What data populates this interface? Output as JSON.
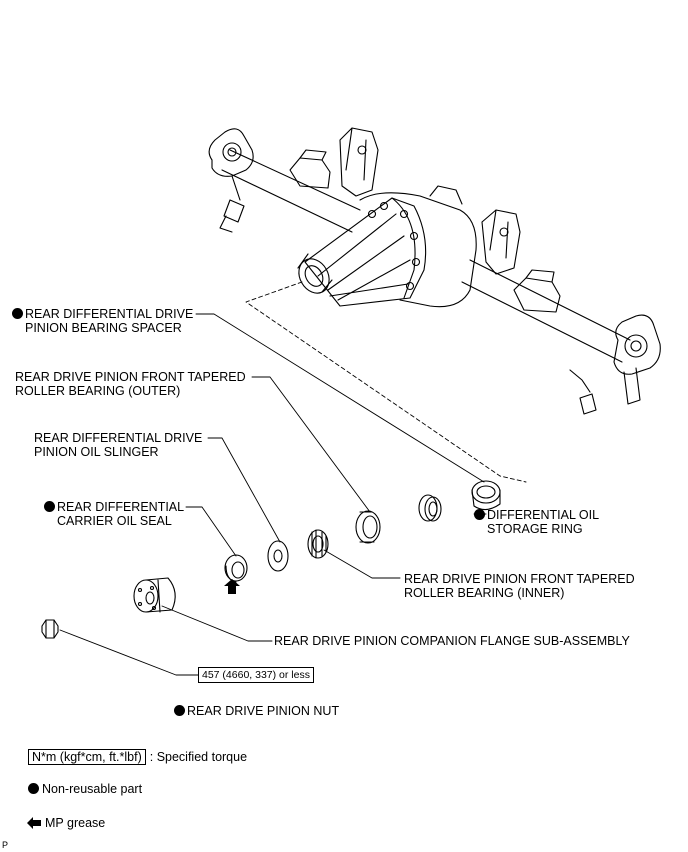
{
  "labels": {
    "bearing_spacer": [
      "REAR DIFFERENTIAL DRIVE",
      "PINION BEARING SPACER"
    ],
    "front_bearing_outer": [
      "REAR DRIVE PINION FRONT TAPERED",
      "ROLLER BEARING (OUTER)"
    ],
    "oil_slinger": [
      "REAR DIFFERENTIAL DRIVE",
      "PINION OIL SLINGER"
    ],
    "oil_seal": [
      "REAR DIFFERENTIAL",
      "CARRIER OIL SEAL"
    ],
    "oil_storage_ring": [
      "DIFFERENTIAL OIL",
      "STORAGE RING"
    ],
    "front_bearing_inner": [
      "REAR DRIVE PINION FRONT TAPERED",
      "ROLLER BEARING (INNER)"
    ],
    "companion_flange": "REAR DRIVE PINION COMPANION FLANGE SUB-ASSEMBLY",
    "torque_value": "457 (4660, 337) or less",
    "pinion_nut": "REAR DRIVE PINION NUT"
  },
  "legend": {
    "torque_unit": "N*m (kgf*cm, ft.*lbf)",
    "torque_desc": ": Specified torque",
    "non_reusable": "Non-reusable part",
    "grease": "MP grease"
  },
  "corner_code": "P"
}
